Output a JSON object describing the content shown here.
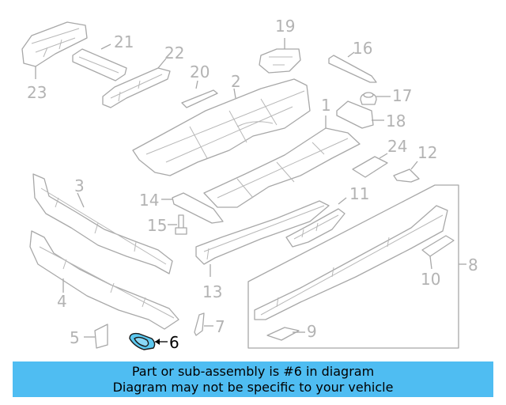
{
  "callouts": {
    "c1": "1",
    "c2": "2",
    "c3": "3",
    "c4": "4",
    "c5": "5",
    "c6": "6",
    "c7": "7",
    "c8": "8",
    "c9": "9",
    "c10": "10",
    "c11": "11",
    "c12": "12",
    "c13": "13",
    "c14": "14",
    "c15": "15",
    "c16": "16",
    "c17": "17",
    "c18": "18",
    "c19": "19",
    "c20": "20",
    "c21": "21",
    "c22": "22",
    "c23": "23",
    "c24": "24"
  },
  "highlight_color": "#5bc8f0",
  "caption": {
    "line1": "Part or sub-assembly is #6 in diagram",
    "line2": "Diagram may not be specific to your vehicle",
    "background": "#4fbdf2"
  }
}
